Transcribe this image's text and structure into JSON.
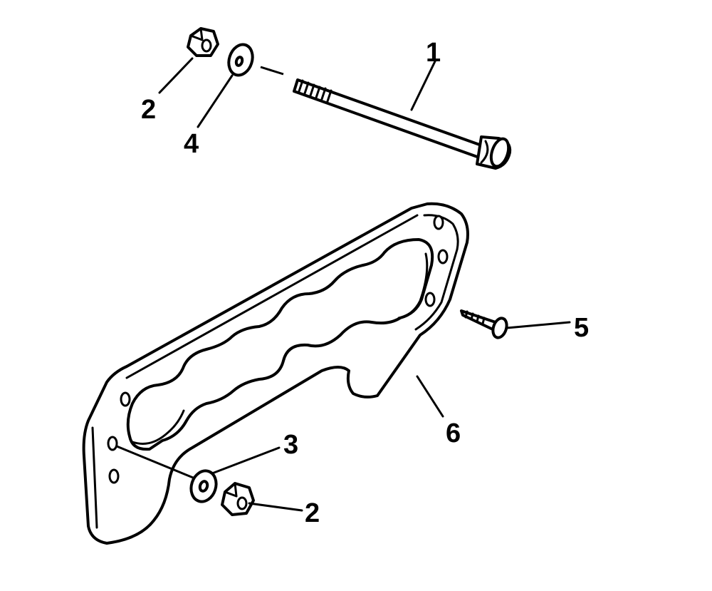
{
  "diagram": {
    "callouts": [
      {
        "id": "callout-1",
        "label": "1"
      },
      {
        "id": "callout-2-top",
        "label": "2"
      },
      {
        "id": "callout-4",
        "label": "4"
      },
      {
        "id": "callout-5",
        "label": "5"
      },
      {
        "id": "callout-6",
        "label": "6"
      },
      {
        "id": "callout-3",
        "label": "3"
      },
      {
        "id": "callout-2-bottom",
        "label": "2"
      }
    ],
    "colors": {
      "ink": "#000000",
      "paper": "#ffffff"
    }
  }
}
